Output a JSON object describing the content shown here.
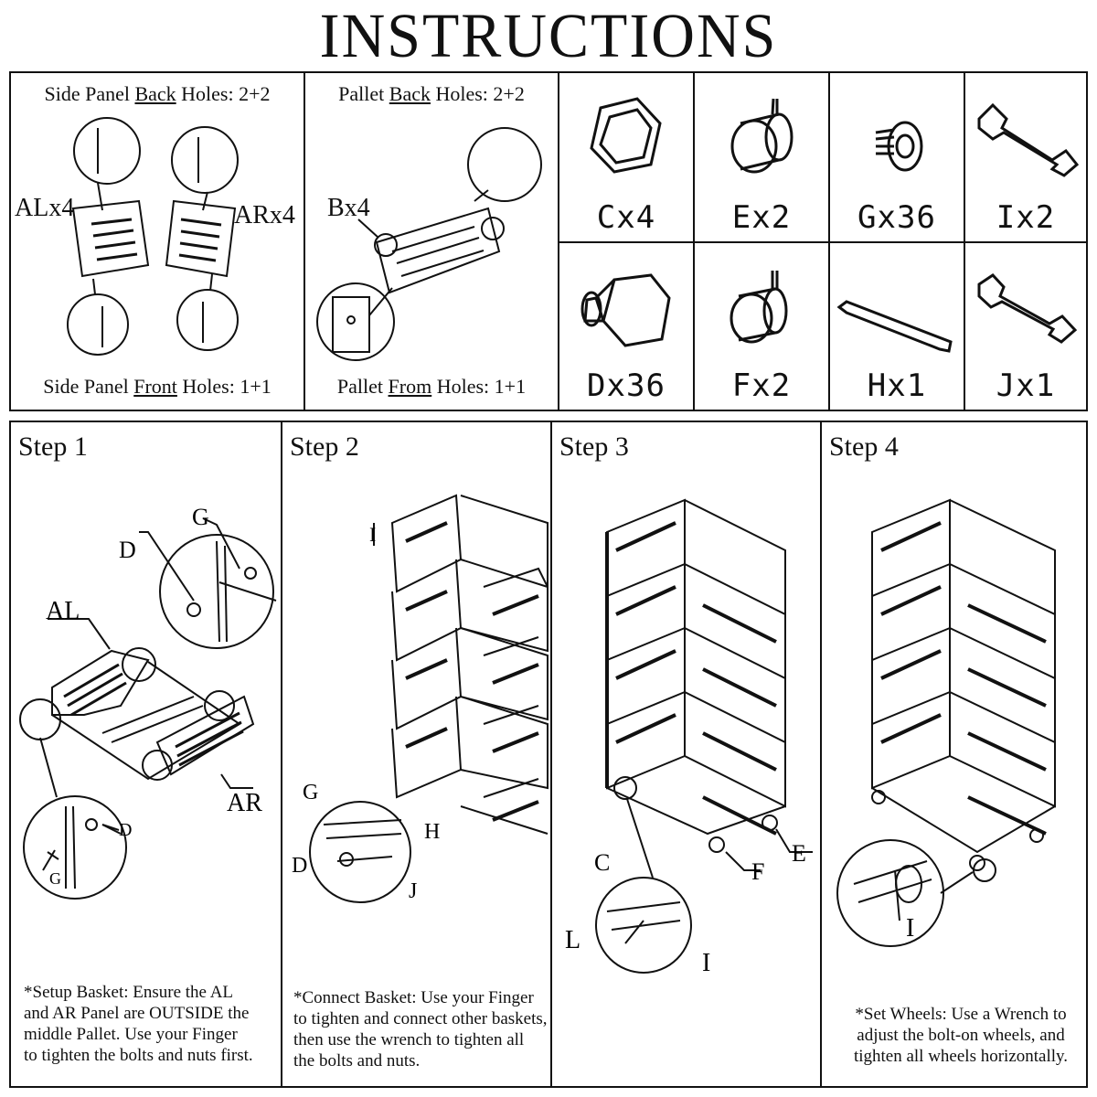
{
  "title": "INSTRUCTIONS",
  "holes": {
    "side_panel": {
      "back_prefix": "Side Panel ",
      "back_word": "Back",
      "back_suffix": " Holes: 2+2",
      "front_prefix": "Side Panel ",
      "front_word": "Front",
      "front_suffix": " Holes: 1+1",
      "label_left": "ALx4",
      "label_right": "ARx4"
    },
    "pallet": {
      "back_prefix": "Pallet ",
      "back_word": "Back",
      "back_suffix": " Holes: 2+2",
      "front_prefix": "Pallet ",
      "front_word": "From",
      "front_suffix": " Holes: 1+1",
      "label": "Bx4"
    }
  },
  "parts": [
    {
      "code": "Cx4",
      "icon": "hex-nut-icon"
    },
    {
      "code": "Ex2",
      "icon": "wheel-icon"
    },
    {
      "code": "Gx36",
      "icon": "bolt-icon"
    },
    {
      "code": "Ix2",
      "icon": "wrench-icon"
    },
    {
      "code": "Dx36",
      "icon": "cap-nut-icon"
    },
    {
      "code": "Fx2",
      "icon": "wheel-icon"
    },
    {
      "code": "Hx1",
      "icon": "hex-key-icon"
    },
    {
      "code": "Jx1",
      "icon": "wrench-icon"
    }
  ],
  "steps": [
    {
      "title": "Step 1",
      "labels": {
        "g": "G",
        "d": "D",
        "al": "AL",
        "ar": "AR",
        "d2": "D",
        "g2": "G"
      },
      "note": [
        "*Setup Basket: Ensure the AL",
        "and AR Panel are OUTSIDE the",
        "middle Pallet. Use your Finger",
        "to tighten the bolts and nuts first."
      ]
    },
    {
      "title": "Step 2",
      "labels": {
        "i": "I",
        "g": "G",
        "h": "H",
        "d": "D",
        "j": "J"
      },
      "note": [
        "*Connect Basket: Use your Finger",
        "to tighten and connect other baskets,",
        "then use the wrench to tighten all",
        "the bolts and nuts."
      ]
    },
    {
      "title": "Step 3",
      "labels": {
        "c": "C",
        "f": "F",
        "e": "E",
        "l": "L",
        "i": "I"
      },
      "note": []
    },
    {
      "title": "Step 4",
      "labels": {
        "i": "I"
      },
      "note": [
        "*Set Wheels: Use a Wrench to",
        "adjust the bolt-on wheels, and",
        "tighten all wheels horizontally."
      ]
    }
  ]
}
